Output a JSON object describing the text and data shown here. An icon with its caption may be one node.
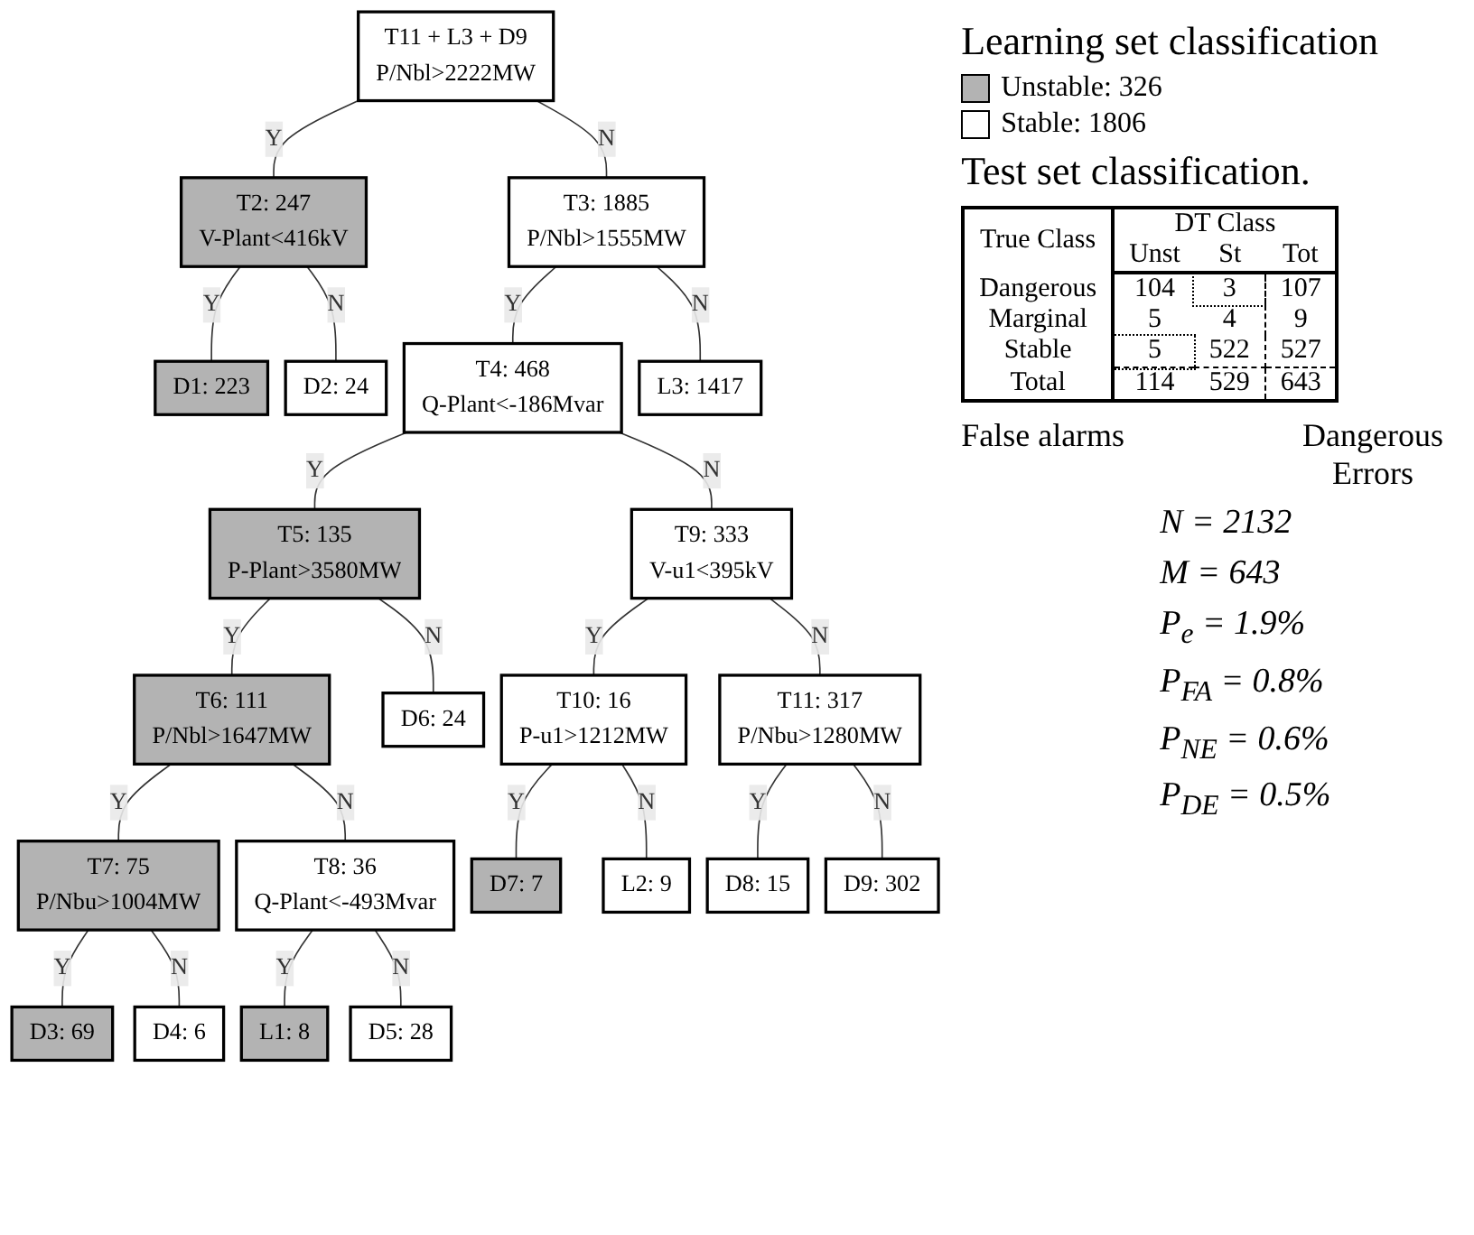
{
  "diagram": {
    "nodes": [
      {
        "text": [
          "T11 + L3 + D9",
          "P/Nbl>2222MW"
        ]
      },
      {
        "text": [
          "T2: 247",
          "V-Plant<416kV"
        ]
      },
      {
        "text": [
          "T3: 1885",
          "P/Nbl>1555MW"
        ]
      },
      {
        "text": [
          "D1: 223"
        ]
      },
      {
        "text": [
          "D2: 24"
        ]
      },
      {
        "text": [
          "T4: 468",
          "Q-Plant<-186Mvar"
        ]
      },
      {
        "text": [
          "L3: 1417"
        ]
      },
      {
        "text": [
          "T5: 135",
          "P-Plant>3580MW"
        ]
      },
      {
        "text": [
          "T9: 333",
          "V-u1<395kV"
        ]
      },
      {
        "text": [
          "T6: 111",
          "P/Nbl>1647MW"
        ]
      },
      {
        "text": [
          "D6: 24"
        ]
      },
      {
        "text": [
          "T10: 16",
          "P-u1>1212MW"
        ]
      },
      {
        "text": [
          "T11: 317",
          "P/Nbu>1280MW"
        ]
      },
      {
        "text": [
          "T7: 75",
          "P/Nbu>1004MW"
        ]
      },
      {
        "text": [
          "T8: 36",
          "Q-Plant<-493Mvar"
        ]
      },
      {
        "text": [
          "D7: 7"
        ]
      },
      {
        "text": [
          "L2: 9"
        ]
      },
      {
        "text": [
          "D8: 15"
        ]
      },
      {
        "text": [
          "D9: 302"
        ]
      },
      {
        "text": [
          "D3: 69"
        ]
      },
      {
        "text": [
          "D4: 6"
        ]
      },
      {
        "text": [
          "L1: 8"
        ]
      },
      {
        "text": [
          "D5: 28"
        ]
      }
    ],
    "edges": [
      {
        "from": 0,
        "to": 1,
        "arrow": "none",
        "label": "Y"
      },
      {
        "from": 0,
        "to": 2,
        "arrow": "none",
        "label": "N"
      },
      {
        "from": 1,
        "to": 3,
        "arrow": "none",
        "label": "Y"
      },
      {
        "from": 1,
        "to": 4,
        "arrow": "none",
        "label": "N"
      },
      {
        "from": 2,
        "to": 5,
        "arrow": "none",
        "label": "Y"
      },
      {
        "from": 2,
        "to": 6,
        "arrow": "none",
        "label": "N"
      },
      {
        "from": 5,
        "to": 7,
        "arrow": "none",
        "label": "Y"
      },
      {
        "from": 5,
        "to": 8,
        "arrow": "none",
        "label": "N"
      },
      {
        "from": 7,
        "to": 9,
        "arrow": "none",
        "label": "Y"
      },
      {
        "from": 7,
        "to": 10,
        "arrow": "none",
        "label": "N"
      },
      {
        "from": 8,
        "to": 11,
        "arrow": "none",
        "label": "Y"
      },
      {
        "from": 8,
        "to": 12,
        "arrow": "none",
        "label": "N"
      },
      {
        "from": 9,
        "to": 13,
        "arrow": "none",
        "label": "Y"
      },
      {
        "from": 9,
        "to": 14,
        "arrow": "none",
        "label": "N"
      },
      {
        "from": 11,
        "to": 15,
        "arrow": "none",
        "label": "Y"
      },
      {
        "from": 11,
        "to": 16,
        "arrow": "none",
        "label": "N"
      },
      {
        "from": 12,
        "to": 17,
        "arrow": "none",
        "label": "Y"
      },
      {
        "from": 12,
        "to": 18,
        "arrow": "none",
        "label": "N"
      },
      {
        "from": 13,
        "to": 19,
        "arrow": "none",
        "label": "Y"
      },
      {
        "from": 13,
        "to": 20,
        "arrow": "none",
        "label": "N"
      },
      {
        "from": 14,
        "to": 21,
        "arrow": "none",
        "label": "Y"
      },
      {
        "from": 14,
        "to": 22,
        "arrow": "none",
        "label": "N"
      }
    ],
    "labels": [
      "Learning set classification",
      "Test set classification.",
      "True Class",
      "DT Class",
      "Unst",
      "St",
      "Tot",
      "Dangerous",
      "104",
      "3",
      "107",
      "Marginal",
      "5",
      "4",
      "9",
      "Stable",
      "5",
      "522",
      "527",
      "Total",
      "114",
      "529",
      "643",
      "False alarms",
      "Dangerous Errors",
      "N = 2132",
      "M = 643",
      "P$_{e}$ = 1.9%",
      "P$_{FA}$ = 0.8%",
      "P$_{NE}$ = 0.6%",
      "P$_{DE}$ = 0.5%"
    ],
    "legend": [
      {
        "text": "Unstable: 326",
        "color": "#b3b3b3"
      },
      {
        "text": "Stable: 1806",
        "color": "#ffffff"
      }
    ]
  }
}
